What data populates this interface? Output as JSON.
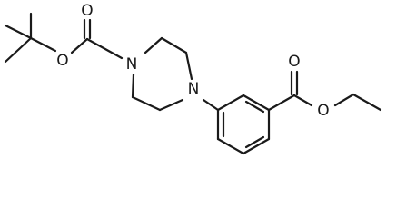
{
  "molecule": {
    "atoms": {
      "boc_carbonyl_oxygen": "O",
      "boc_ester_oxygen": "O",
      "piperazine_n1": "N",
      "piperazine_n4": "N",
      "ester_carbonyl_oxygen": "O",
      "ester_ether_oxygen": "O"
    }
  }
}
